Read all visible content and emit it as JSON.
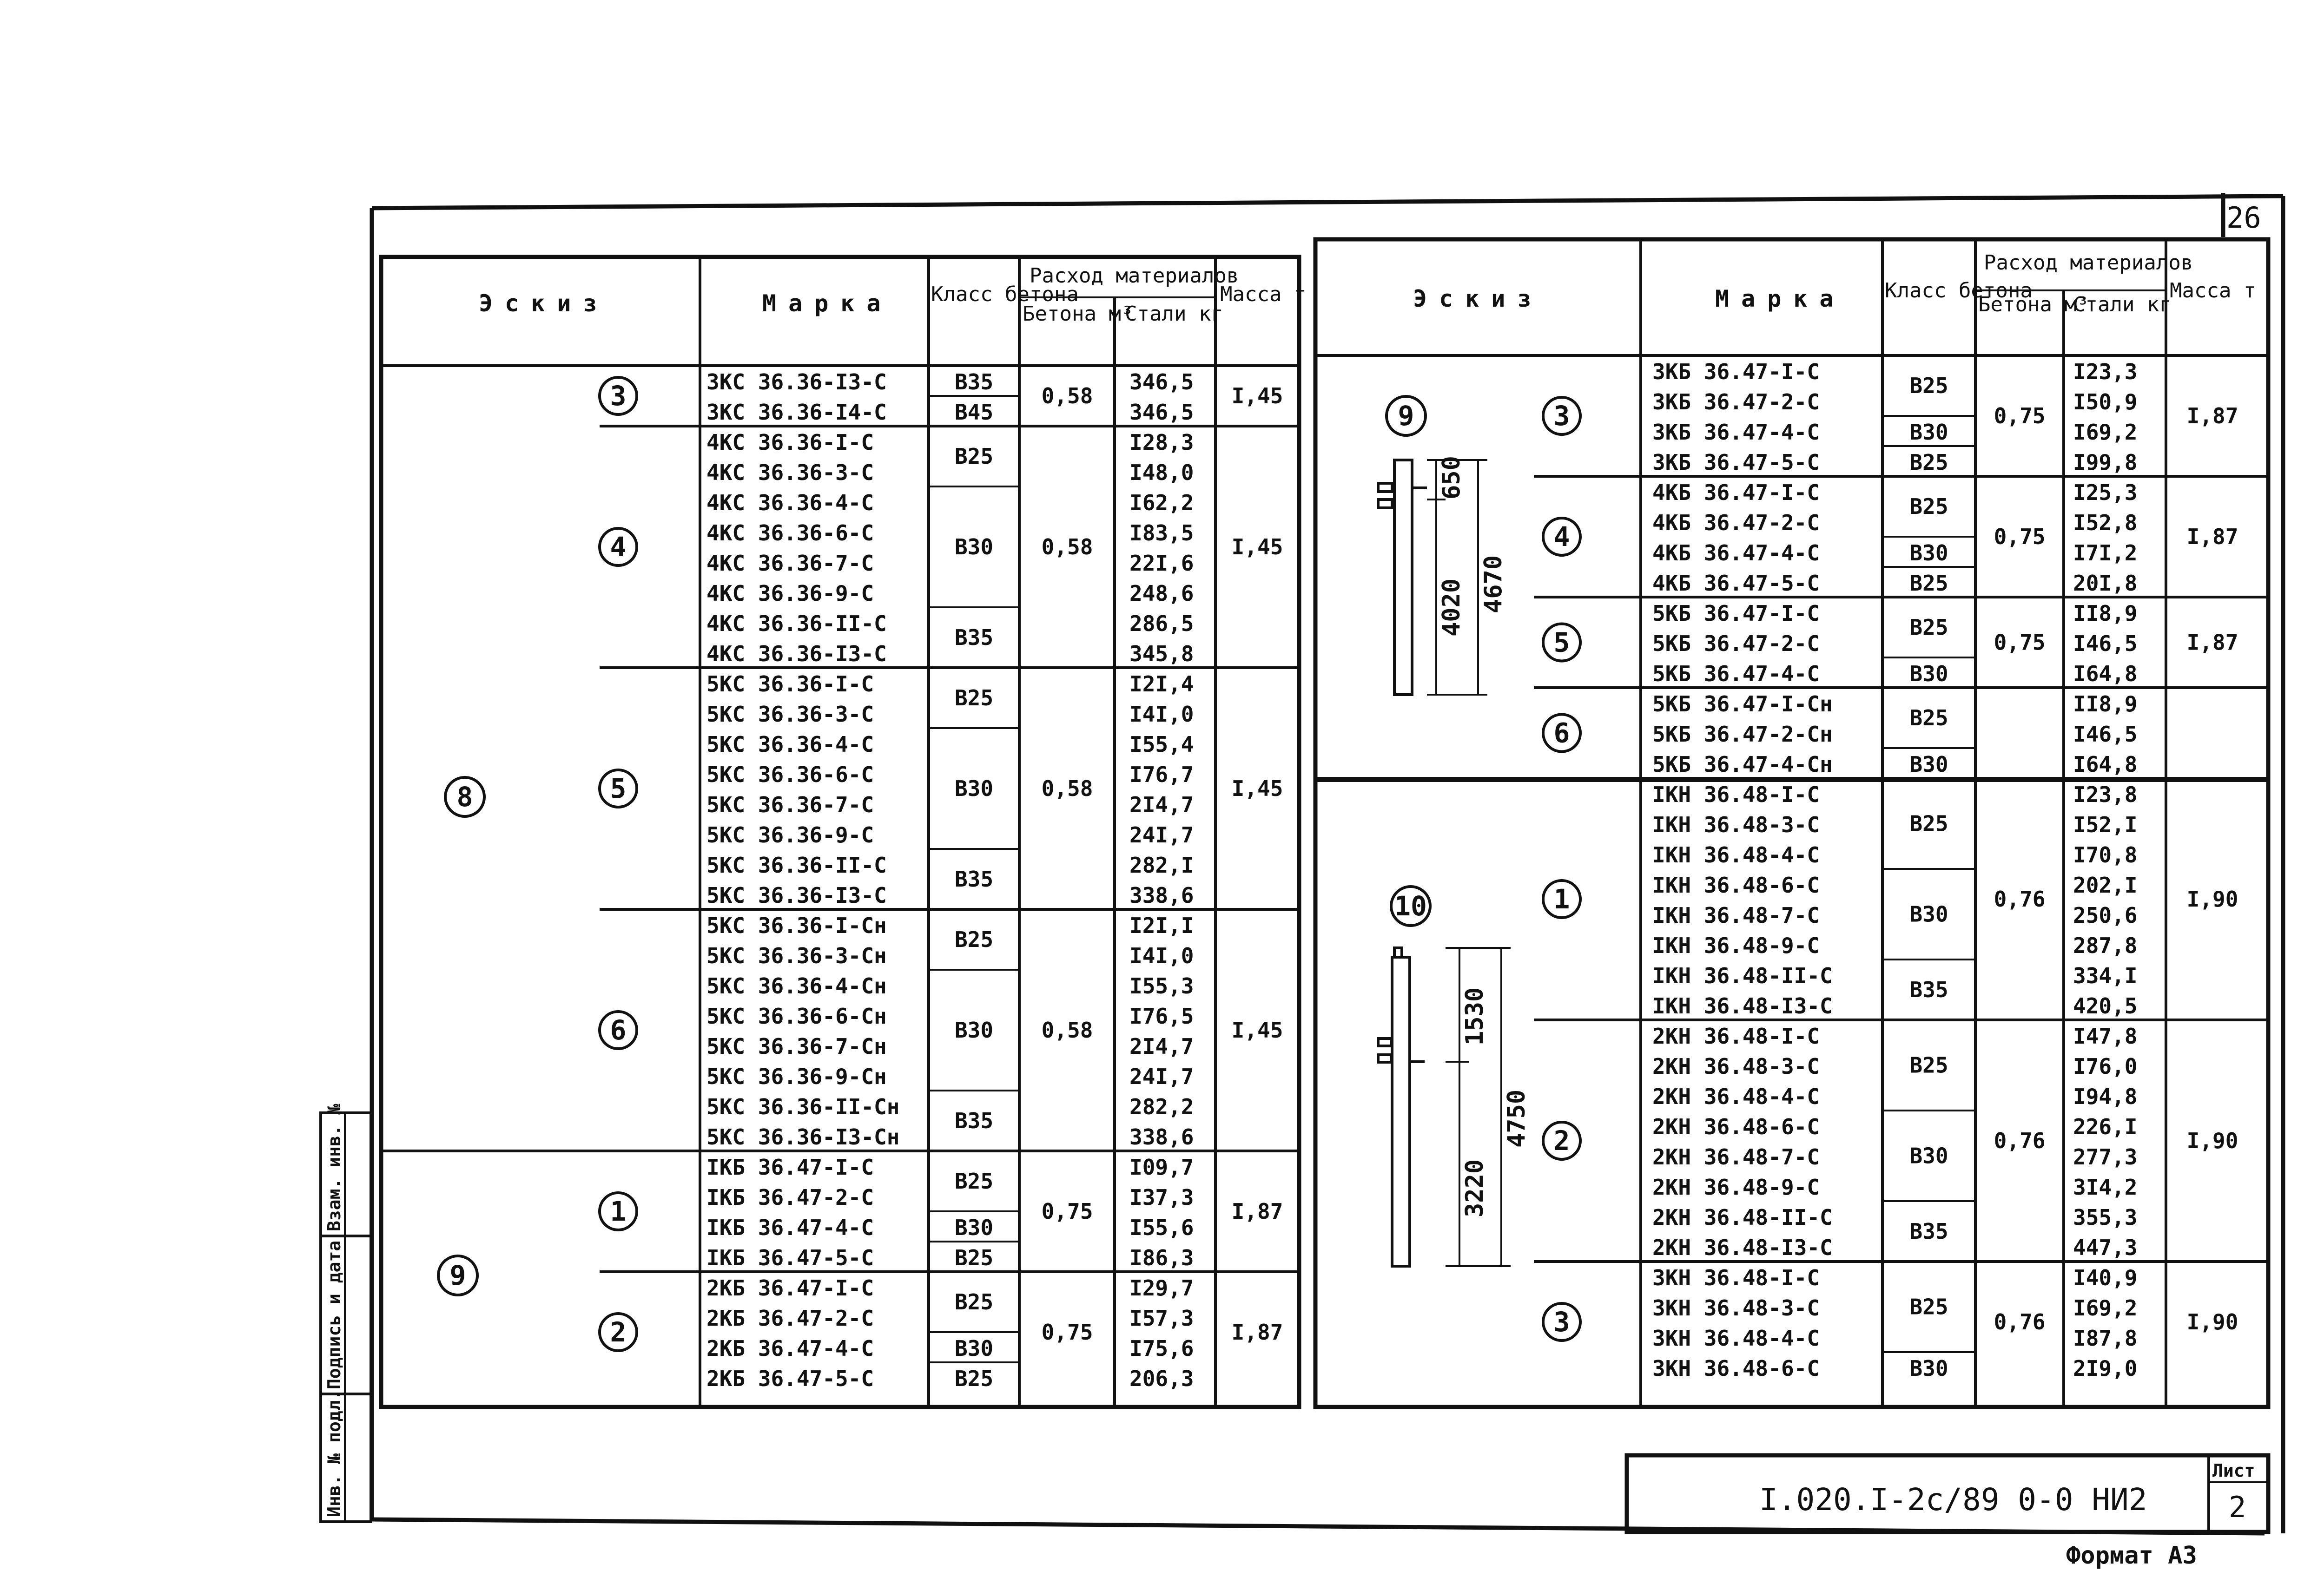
{
  "page_number": "26",
  "headers": {
    "eskiz": "Эскиз",
    "marka": "Марка",
    "klass": "Класс бетона",
    "rashod": "Расход материалов",
    "beton": "Бетона м³",
    "stali": "Стали кг",
    "massa": "Масса т"
  },
  "left_table": {
    "sketch_groups": [
      {
        "label": "8"
      },
      {
        "label": "9"
      }
    ],
    "groups": [
      {
        "sub": "3",
        "volume": "0,58",
        "mass": "I,45",
        "rows": [
          {
            "mark": "3КС 36.36-I3-С",
            "class": "В35",
            "steel": "346,5"
          },
          {
            "mark": "3КС 36.36-I4-С",
            "class": "В45",
            "steel": "346,5"
          }
        ]
      },
      {
        "sub": "4",
        "volume": "0,58",
        "mass": "I,45",
        "rows": [
          {
            "mark": "4КС 36.36-I-С",
            "class": "В25",
            "steel": "I28,3"
          },
          {
            "mark": "4КС 36.36-3-С",
            "class": "",
            "steel": "I48,0"
          },
          {
            "mark": "4КС 36.36-4-С",
            "class": "В30",
            "steel": "I62,2"
          },
          {
            "mark": "4КС 36.36-6-С",
            "class": "",
            "steel": "I83,5"
          },
          {
            "mark": "4КС 36.36-7-С",
            "class": "",
            "steel": "22I,6"
          },
          {
            "mark": "4КС 36.36-9-С",
            "class": "",
            "steel": "248,6"
          },
          {
            "mark": "4КС 36.36-II-С",
            "class": "В35",
            "steel": "286,5"
          },
          {
            "mark": "4КС 36.36-I3-С",
            "class": "",
            "steel": "345,8"
          }
        ]
      },
      {
        "sub": "5",
        "volume": "0,58",
        "mass": "I,45",
        "rows": [
          {
            "mark": "5КС 36.36-I-С",
            "class": "В25",
            "steel": "I2I,4"
          },
          {
            "mark": "5КС 36.36-3-С",
            "class": "",
            "steel": "I4I,0"
          },
          {
            "mark": "5КС 36.36-4-С",
            "class": "В30",
            "steel": "I55,4"
          },
          {
            "mark": "5КС 36.36-6-С",
            "class": "",
            "steel": "I76,7"
          },
          {
            "mark": "5КС 36.36-7-С",
            "class": "",
            "steel": "2I4,7"
          },
          {
            "mark": "5КС 36.36-9-С",
            "class": "",
            "steel": "24I,7"
          },
          {
            "mark": "5КС 36.36-II-С",
            "class": "В35",
            "steel": "282,I"
          },
          {
            "mark": "5КС 36.36-I3-С",
            "class": "",
            "steel": "338,6"
          }
        ]
      },
      {
        "sub": "6",
        "volume": "0,58",
        "mass": "I,45",
        "rows": [
          {
            "mark": "5КС 36.36-I-Сн",
            "class": "В25",
            "steel": "I2I,I"
          },
          {
            "mark": "5КС 36.36-3-Сн",
            "class": "",
            "steel": "I4I,0"
          },
          {
            "mark": "5КС 36.36-4-Сн",
            "class": "В30",
            "steel": "I55,3"
          },
          {
            "mark": "5КС 36.36-6-Сн",
            "class": "",
            "steel": "I76,5"
          },
          {
            "mark": "5КС 36.36-7-Сн",
            "class": "",
            "steel": "2I4,7"
          },
          {
            "mark": "5КС 36.36-9-Сн",
            "class": "",
            "steel": "24I,7"
          },
          {
            "mark": "5КС 36.36-II-Сн",
            "class": "В35",
            "steel": "282,2"
          },
          {
            "mark": "5КС 36.36-I3-Сн",
            "class": "",
            "steel": "338,6"
          }
        ]
      },
      {
        "sub": "1",
        "volume": "0,75",
        "mass": "I,87",
        "rows": [
          {
            "mark": "IКБ 36.47-I-С",
            "class": "В25",
            "steel": "I09,7"
          },
          {
            "mark": "IКБ 36.47-2-С",
            "class": "",
            "steel": "I37,3"
          },
          {
            "mark": "IКБ 36.47-4-С",
            "class": "В30",
            "steel": "I55,6"
          },
          {
            "mark": "IКБ 36.47-5-С",
            "class": "В25",
            "steel": "I86,3"
          }
        ]
      },
      {
        "sub": "2",
        "volume": "0,75",
        "mass": "I,87",
        "rows": [
          {
            "mark": "2КБ 36.47-I-С",
            "class": "В25",
            "steel": "I29,7"
          },
          {
            "mark": "2КБ 36.47-2-С",
            "class": "",
            "steel": "I57,3"
          },
          {
            "mark": "2КБ 36.47-4-С",
            "class": "В30",
            "steel": "I75,6"
          },
          {
            "mark": "2КБ 36.47-5-С",
            "class": "В25",
            "steel": "206,3"
          }
        ]
      }
    ]
  },
  "right_table": {
    "sketch_groups": [
      {
        "label": "9",
        "dims": [
          "650",
          "4020",
          "4670"
        ]
      },
      {
        "label": "10",
        "dims": [
          "1530",
          "3220",
          "4750"
        ]
      }
    ],
    "groups": [
      {
        "sub": "3",
        "volume": "0,75",
        "mass": "I,87",
        "rows": [
          {
            "mark": "3КБ 36.47-I-С",
            "class": "В25",
            "steel": "I23,3"
          },
          {
            "mark": "3КБ 36.47-2-С",
            "class": "",
            "steel": "I50,9"
          },
          {
            "mark": "3КБ 36.47-4-С",
            "class": "В30",
            "steel": "I69,2"
          },
          {
            "mark": "3КБ 36.47-5-С",
            "class": "В25",
            "steel": "I99,8"
          }
        ]
      },
      {
        "sub": "4",
        "volume": "0,75",
        "mass": "I,87",
        "rows": [
          {
            "mark": "4КБ 36.47-I-С",
            "class": "В25",
            "steel": "I25,3"
          },
          {
            "mark": "4КБ 36.47-2-С",
            "class": "",
            "steel": "I52,8"
          },
          {
            "mark": "4КБ 36.47-4-С",
            "class": "В30",
            "steel": "I7I,2"
          },
          {
            "mark": "4КБ 36.47-5-С",
            "class": "В25",
            "steel": "20I,8"
          }
        ]
      },
      {
        "sub": "5",
        "volume": "0,75",
        "mass": "I,87",
        "rows": [
          {
            "mark": "5КБ 36.47-I-С",
            "class": "В25",
            "steel": "II8,9"
          },
          {
            "mark": "5КБ 36.47-2-С",
            "class": "",
            "steel": "I46,5"
          },
          {
            "mark": "5КБ 36.47-4-С",
            "class": "В30",
            "steel": "I64,8"
          }
        ]
      },
      {
        "sub": "6",
        "volume": "",
        "mass": "",
        "rows": [
          {
            "mark": "5КБ 36.47-I-Сн",
            "class": "В25",
            "steel": "II8,9"
          },
          {
            "mark": "5КБ 36.47-2-Сн",
            "class": "",
            "steel": "I46,5"
          },
          {
            "mark": "5КБ 36.47-4-Сн",
            "class": "В30",
            "steel": "I64,8"
          }
        ]
      },
      {
        "sub": "1",
        "volume": "0,76",
        "mass": "I,90",
        "rows": [
          {
            "mark": "IКН 36.48-I-С",
            "class": "В25",
            "steel": "I23,8"
          },
          {
            "mark": "IКН 36.48-3-С",
            "class": "",
            "steel": "I52,I"
          },
          {
            "mark": "IКН 36.48-4-С",
            "class": "",
            "steel": "I70,8"
          },
          {
            "mark": "IКН 36.48-6-С",
            "class": "В30",
            "steel": "202,I"
          },
          {
            "mark": "IКН 36.48-7-С",
            "class": "",
            "steel": "250,6"
          },
          {
            "mark": "IКН 36.48-9-С",
            "class": "",
            "steel": "287,8"
          },
          {
            "mark": "IКН 36.48-II-С",
            "class": "В35",
            "steel": "334,I"
          },
          {
            "mark": "IКН 36.48-I3-С",
            "class": "",
            "steel": "420,5"
          }
        ]
      },
      {
        "sub": "2",
        "volume": "0,76",
        "mass": "I,90",
        "rows": [
          {
            "mark": "2КН 36.48-I-С",
            "class": "В25",
            "steel": "I47,8"
          },
          {
            "mark": "2КН 36.48-3-С",
            "class": "",
            "steel": "I76,0"
          },
          {
            "mark": "2КН 36.48-4-С",
            "class": "",
            "steel": "I94,8"
          },
          {
            "mark": "2КН 36.48-6-С",
            "class": "В30",
            "steel": "226,I"
          },
          {
            "mark": "2КН 36.48-7-С",
            "class": "",
            "steel": "277,3"
          },
          {
            "mark": "2КН 36.48-9-С",
            "class": "",
            "steel": "3I4,2"
          },
          {
            "mark": "2КН 36.48-II-С",
            "class": "В35",
            "steel": "355,3"
          },
          {
            "mark": "2КН 36.48-I3-С",
            "class": "",
            "steel": "447,3"
          }
        ]
      },
      {
        "sub": "3",
        "volume": "0,76",
        "mass": "I,90",
        "rows": [
          {
            "mark": "3КН 36.48-I-С",
            "class": "В25",
            "steel": "I40,9"
          },
          {
            "mark": "3КН 36.48-3-С",
            "class": "",
            "steel": "I69,2"
          },
          {
            "mark": "3КН 36.48-4-С",
            "class": "",
            "steel": "I87,8"
          },
          {
            "mark": "3КН 36.48-6-С",
            "class": "В30",
            "steel": "2I9,0"
          }
        ]
      }
    ]
  },
  "side_stamp": [
    "Инв. № подл.",
    "Подпись и дата",
    "Взам. инв. №"
  ],
  "title_block": {
    "doc_code": "I.020.I-2с/89 0-0 НИ2",
    "sheet_label": "Лист",
    "sheet_number": "2"
  },
  "format_label": "Формат А3"
}
